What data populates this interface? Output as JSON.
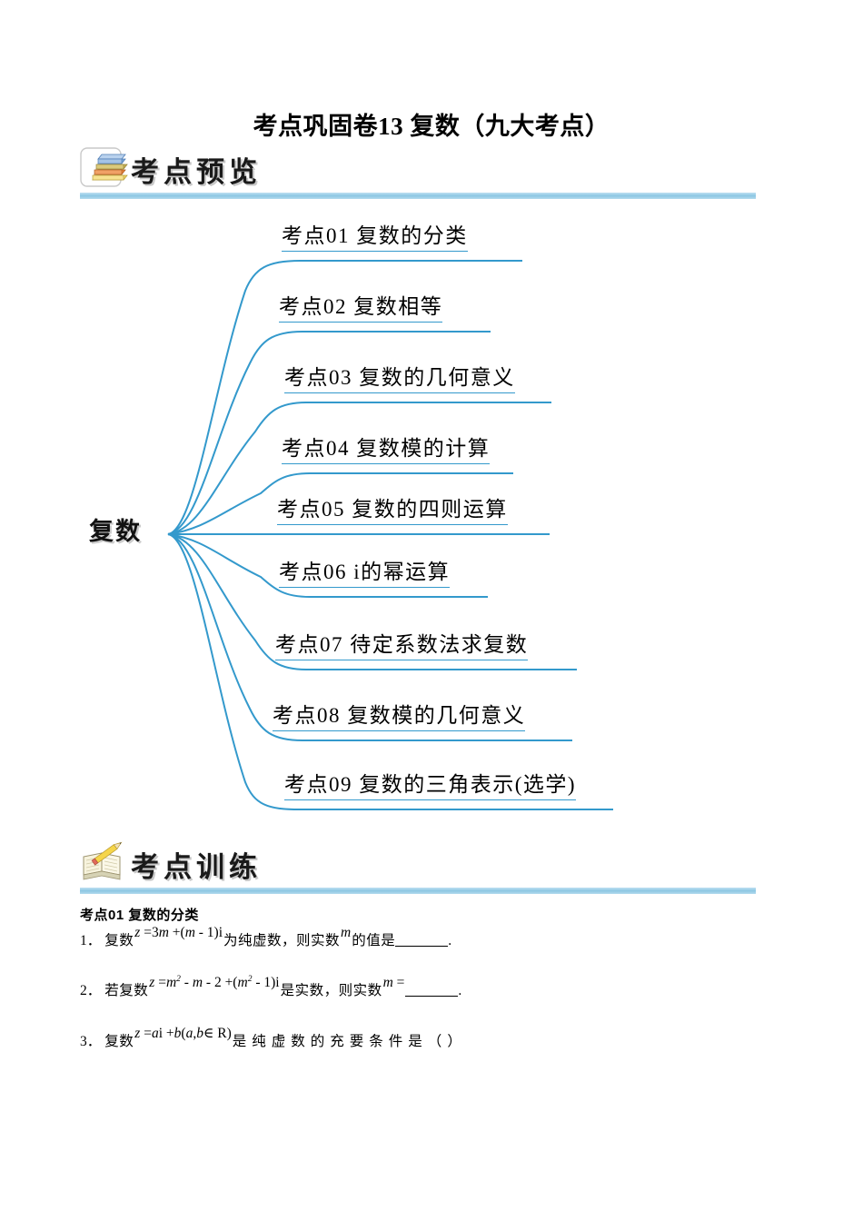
{
  "document": {
    "title": "考点巩固卷13 复数（九大考点）"
  },
  "sections": [
    {
      "id": "overview",
      "heading": "考点预览",
      "icon": "books-stack-icon"
    },
    {
      "id": "training",
      "heading": "考点训练",
      "icon": "notebook-pencil-icon"
    }
  ],
  "mindmap": {
    "root": "复数",
    "branch_color": "#3399cc",
    "topics": [
      {
        "index": "01",
        "label": "考点01  复数的分类"
      },
      {
        "index": "02",
        "label": "考点02  复数相等"
      },
      {
        "index": "03",
        "label": "考点03  复数的几何意义"
      },
      {
        "index": "04",
        "label": "考点04  复数模的计算"
      },
      {
        "index": "05",
        "label": "考点05  复数的四则运算"
      },
      {
        "index": "06",
        "label": "考点06  i的幂运算"
      },
      {
        "index": "07",
        "label": "考点07  待定系数法求复数"
      },
      {
        "index": "08",
        "label": "考点08  复数模的几何意义"
      },
      {
        "index": "09",
        "label": "考点09  复数的三角表示(选学)"
      }
    ]
  },
  "training": {
    "topic_heading": "考点01 复数的分类",
    "questions": [
      {
        "number": "1．",
        "lead": "复数",
        "formula_html": "<i>z</i> =3<i>m</i> +(<i>m</i> - 1)i",
        "tail": "为纯虚数，则实数",
        "var_html": "<i>m</i>",
        "tail2": "的值是",
        "blank": true,
        "end": "."
      },
      {
        "number": "2．",
        "lead": "若复数",
        "formula_html": "<i>z</i> =<i>m</i><sup>2</sup> - <i>m</i> - 2 +(<i>m</i><sup>2</sup> - 1)i",
        "tail": "是实数，则实数",
        "var_html": "<i>m</i> =",
        "tail2": "",
        "blank": true,
        "end": "."
      },
      {
        "number": "3．",
        "lead": "复数",
        "formula_html": "<i>z</i> =<i>a</i>i +<i>b</i>(<i>a</i>,<i>b</i>∈ R)",
        "tail": "是纯虚数的充要条件是（",
        "var_html": "",
        "tail2": "）",
        "blank": false,
        "end": ""
      }
    ]
  }
}
